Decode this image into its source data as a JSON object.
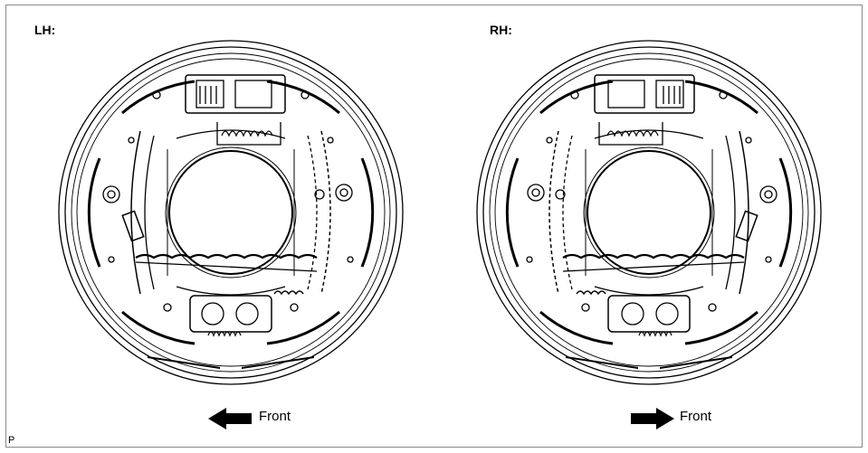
{
  "figure": {
    "left": {
      "label": "LH:",
      "direction_label": "Front",
      "arrow_direction": "left"
    },
    "right": {
      "label": "RH:",
      "direction_label": "Front",
      "arrow_direction": "right"
    },
    "figure_code": "P"
  },
  "colors": {
    "line": "#000000",
    "background": "#ffffff",
    "frame": "#8a8a8a"
  },
  "icons": [
    "arrow-left-icon",
    "arrow-right-icon"
  ]
}
